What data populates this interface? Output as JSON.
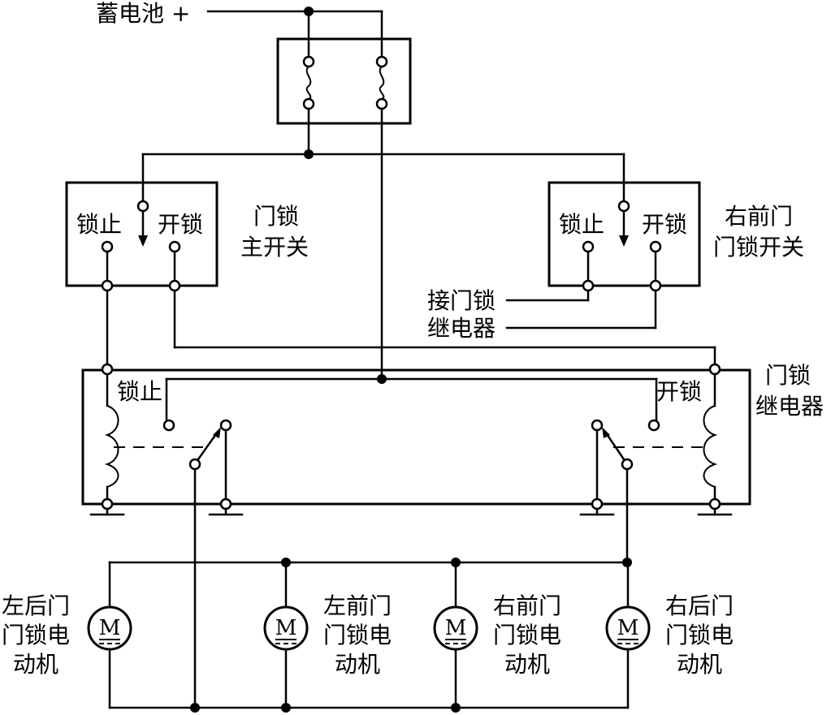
{
  "battery": {
    "label": "蓄电池 +"
  },
  "main_switch": {
    "name_line1": "门锁",
    "name_line2": "主开关",
    "lock_label": "锁止",
    "unlock_label": "开锁"
  },
  "right_front_switch": {
    "name_line1": "右前门",
    "name_line2": "门锁开关",
    "lock_label": "锁止",
    "unlock_label": "开锁"
  },
  "relay_connection": {
    "line1": "接门锁",
    "line2": "继电器"
  },
  "relay": {
    "name_line1": "门锁",
    "name_line2": "继电器",
    "lock_label": "锁止",
    "unlock_label": "开锁"
  },
  "motors": [
    {
      "symbol": "M",
      "line1": "左后门",
      "line2": "门锁电",
      "line3": "动机"
    },
    {
      "symbol": "M",
      "line1": "左前门",
      "line2": "门锁电",
      "line3": "动机"
    },
    {
      "symbol": "M",
      "line1": "右前门",
      "line2": "门锁电",
      "line3": "动机"
    },
    {
      "symbol": "M",
      "line1": "右后门",
      "line2": "门锁电",
      "line3": "动机"
    }
  ]
}
